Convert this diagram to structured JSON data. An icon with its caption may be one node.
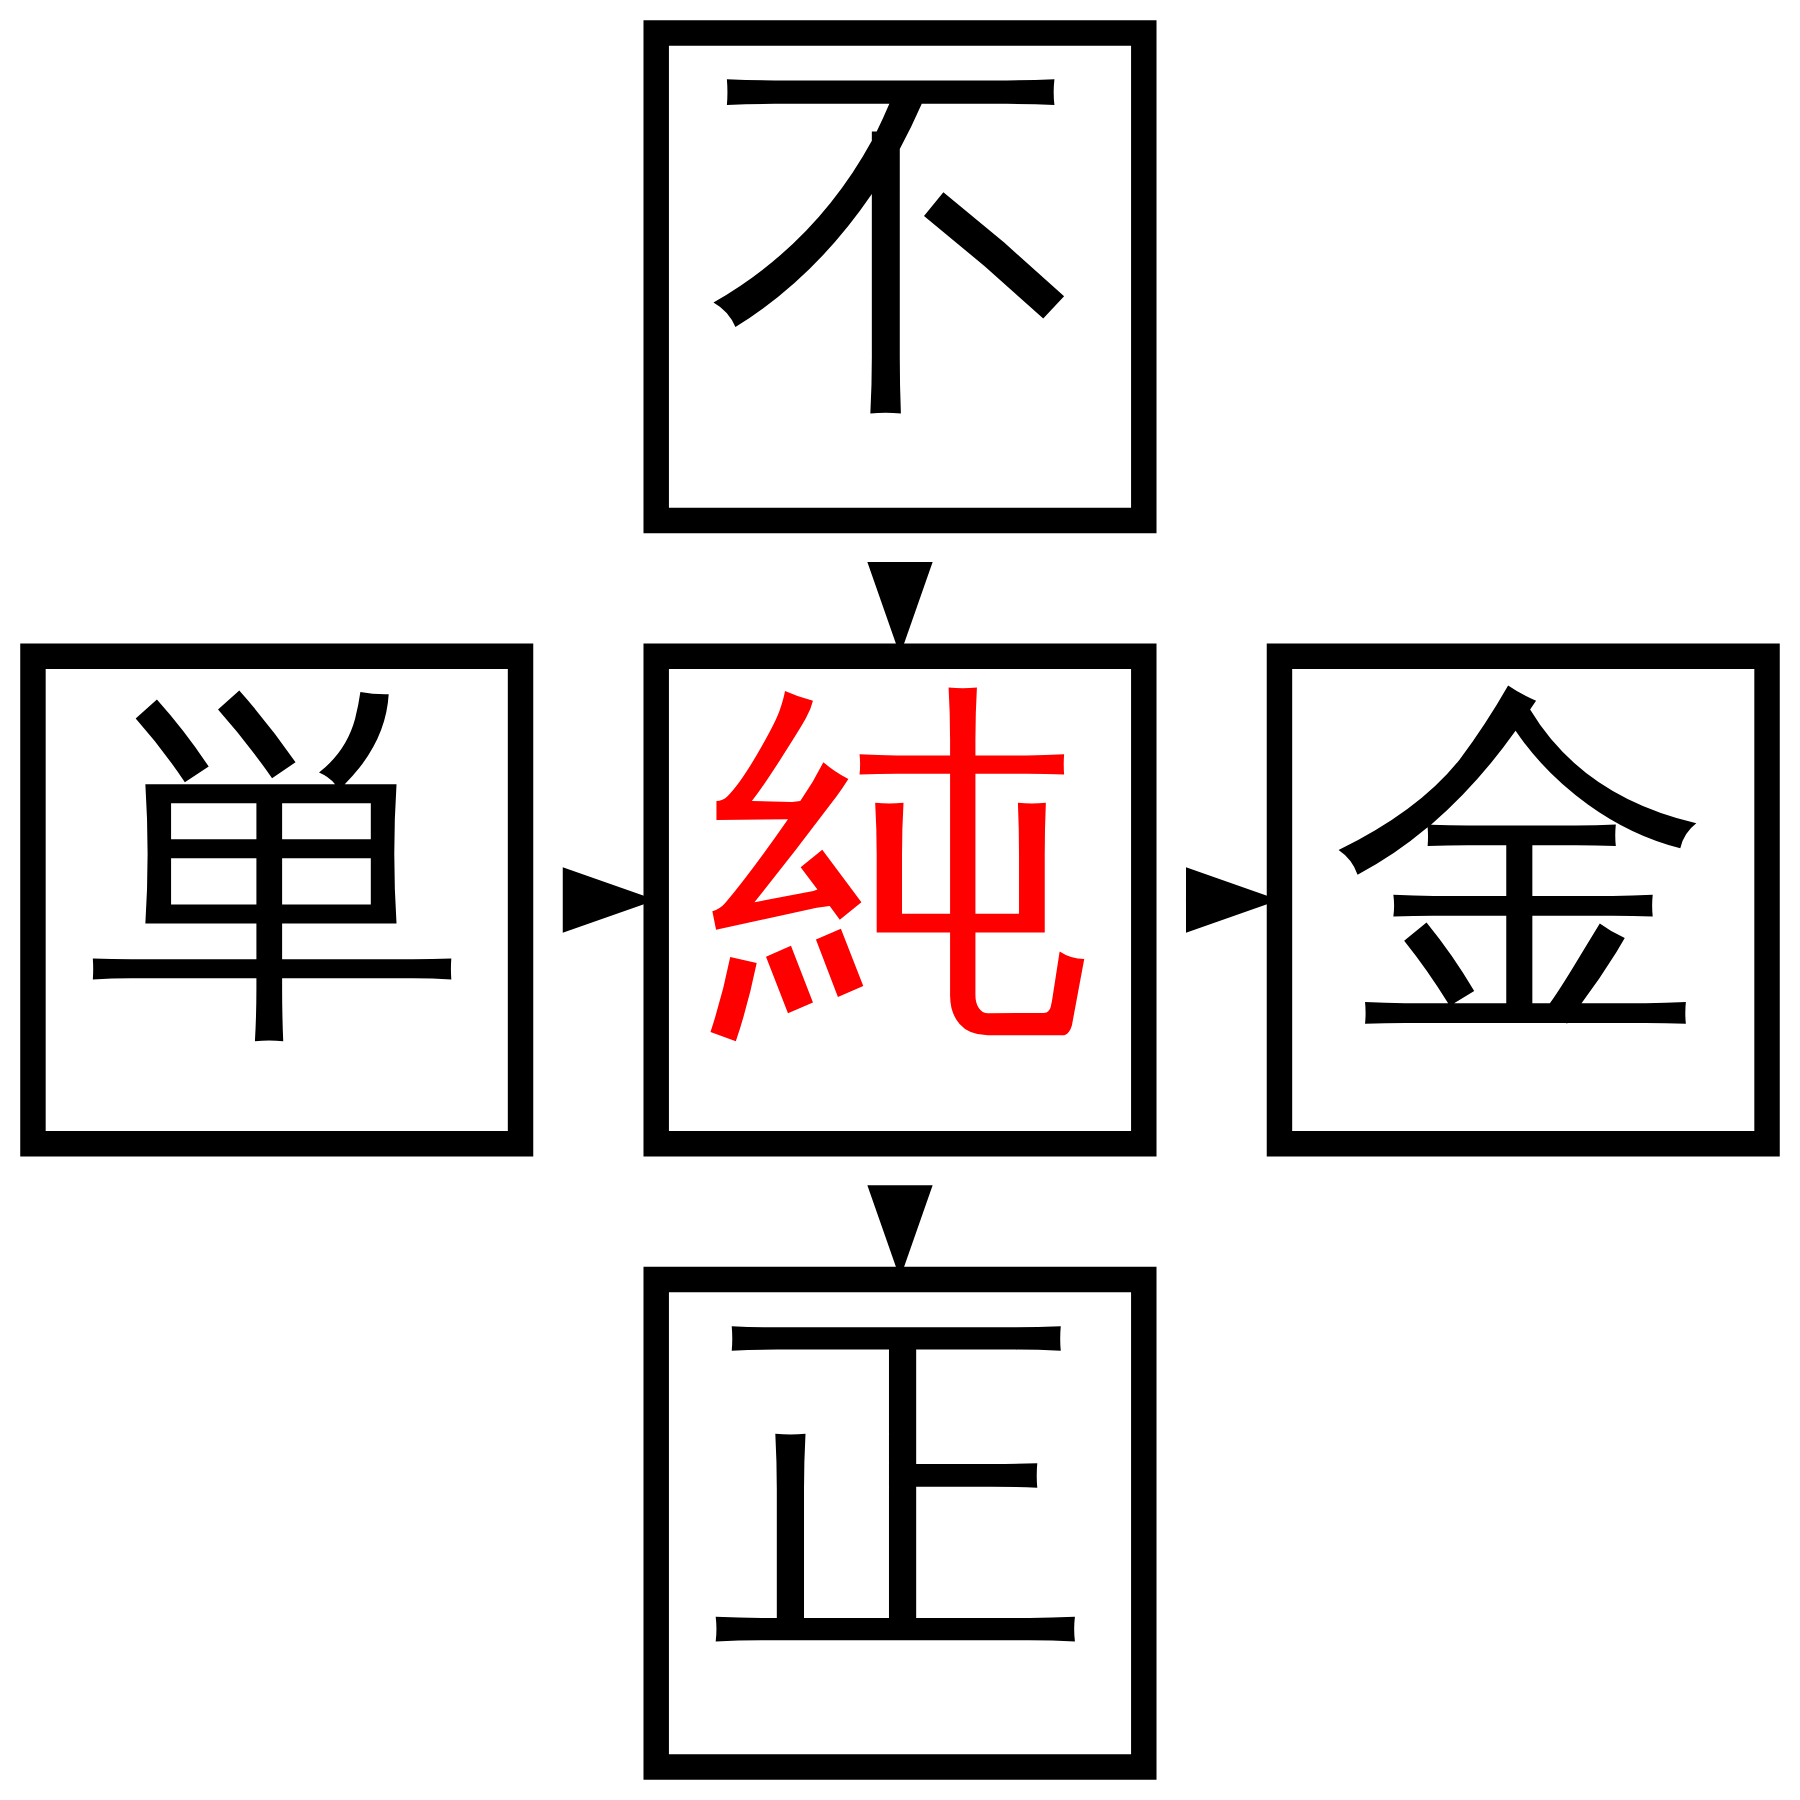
{
  "diagram": {
    "nodes": [
      {
        "text": [
          "不"
        ]
      },
      {
        "text": [
          "単"
        ]
      },
      {
        "text": [
          "純"
        ]
      },
      {
        "text": [
          "金"
        ]
      },
      {
        "text": [
          "正"
        ]
      }
    ],
    "edges": [
      {
        "from": 0,
        "to": 2,
        "arrow": "to"
      },
      {
        "from": 1,
        "to": 2,
        "arrow": "to"
      },
      {
        "from": 2,
        "to": 3,
        "arrow": "to"
      },
      {
        "from": 2,
        "to": 4,
        "arrow": "to"
      }
    ]
  }
}
